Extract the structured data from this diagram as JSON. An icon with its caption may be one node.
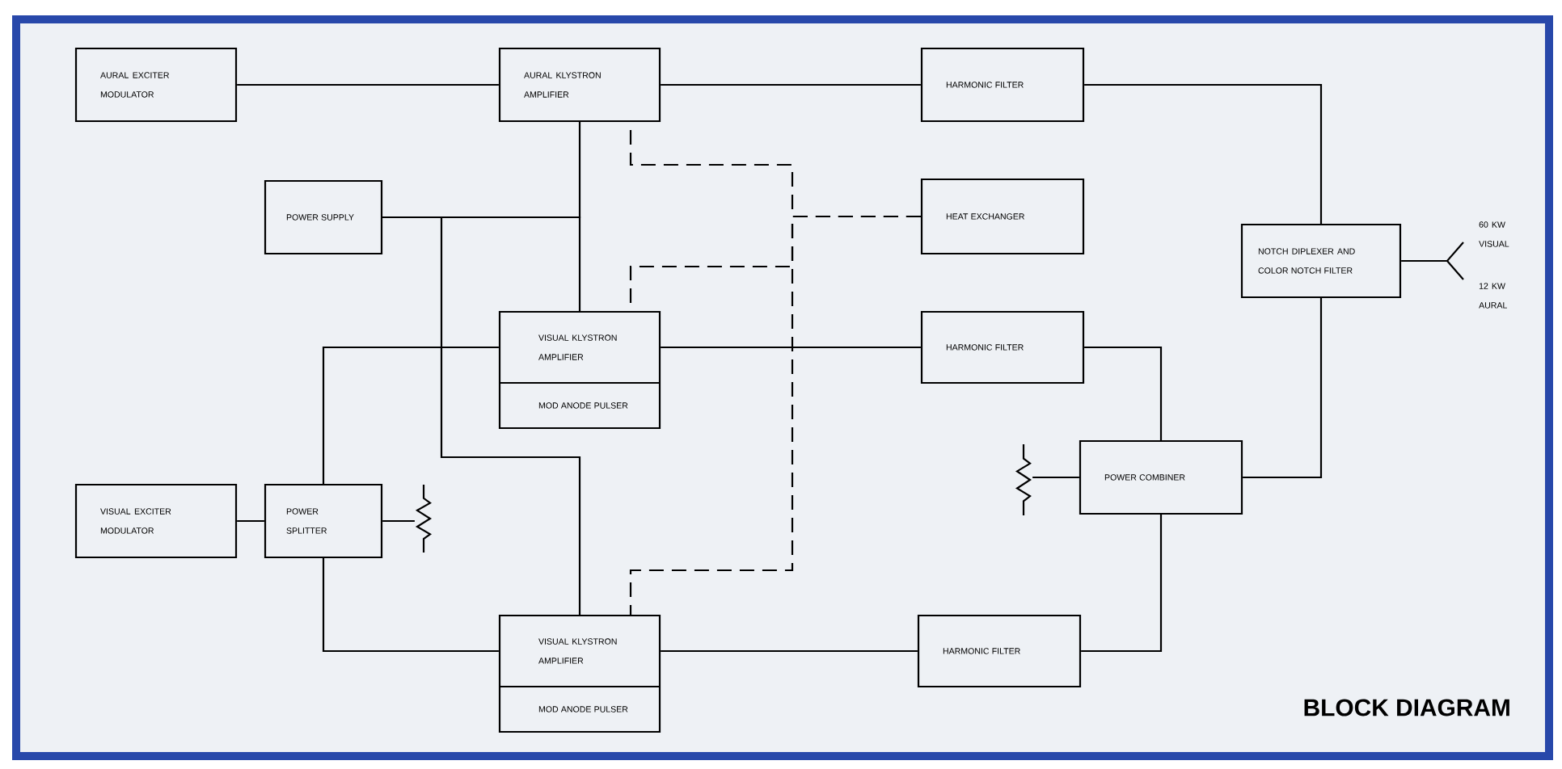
{
  "diagram": {
    "title": "BLOCK DIAGRAM",
    "nodes": [
      {
        "text": [
          "AURAL EXCITER MODULATOR"
        ]
      },
      {
        "text": [
          "AURAL KLYSTRON AMPLIFIER"
        ]
      },
      {
        "text": [
          "HARMONIC FILTER"
        ]
      },
      {
        "text": [
          "POWER SUPPLY"
        ]
      },
      {
        "text": [
          "HEAT EXCHANGER"
        ]
      },
      {
        "text": [
          "NOTCH DIPLEXER AND COLOR NOTCH FILTER"
        ]
      },
      {
        "text": [
          "VISUAL KLYSTRON AMPLIFIER",
          "MOD ANODE PULSER"
        ]
      },
      {
        "text": [
          "HARMONIC FILTER"
        ]
      },
      {
        "text": [
          "POWER COMBINER"
        ]
      },
      {
        "text": [
          "VISUAL EXCITER MODULATOR"
        ]
      },
      {
        "text": [
          "POWER SPLITTER"
        ]
      },
      {
        "text": [
          "VISUAL KLYSTRON AMPLIFIER",
          "MOD ANODE PULSER"
        ]
      },
      {
        "text": [
          "HARMONIC FILTER"
        ]
      },
      {
        "text": [],
        "shape": "resistor"
      },
      {
        "text": [],
        "shape": "resistor"
      }
    ],
    "edges": [
      {
        "from": 0,
        "to": 1,
        "arrow": "none"
      },
      {
        "from": 1,
        "to": 2,
        "arrow": "none"
      },
      {
        "from": 2,
        "to": 5,
        "arrow": "none"
      },
      {
        "from": 3,
        "to": 1,
        "arrow": "none"
      },
      {
        "from": 3,
        "to": 6,
        "arrow": "none"
      },
      {
        "from": 3,
        "to": 11,
        "arrow": "none"
      },
      {
        "from": 4,
        "to": 1,
        "arrow": "none",
        "style": "dashed"
      },
      {
        "from": 4,
        "to": 6,
        "arrow": "none",
        "style": "dashed"
      },
      {
        "from": 4,
        "to": 11,
        "arrow": "none",
        "style": "dashed"
      },
      {
        "from": 9,
        "to": 10,
        "arrow": "none"
      },
      {
        "from": 10,
        "to": 6,
        "arrow": "none"
      },
      {
        "from": 10,
        "to": 11,
        "arrow": "none"
      },
      {
        "from": 10,
        "to": 13,
        "arrow": "none"
      },
      {
        "from": 6,
        "to": 7,
        "arrow": "none"
      },
      {
        "from": 11,
        "to": 12,
        "arrow": "none"
      },
      {
        "from": 7,
        "to": 8,
        "arrow": "none"
      },
      {
        "from": 12,
        "to": 8,
        "arrow": "none"
      },
      {
        "from": 14,
        "to": 8,
        "arrow": "none"
      },
      {
        "from": 8,
        "to": 5,
        "arrow": "none"
      },
      {
        "from": 5,
        "to": null,
        "arrow": "none"
      }
    ],
    "labels": [
      "60 KW VISUAL",
      "12 KW AURAL"
    ]
  }
}
